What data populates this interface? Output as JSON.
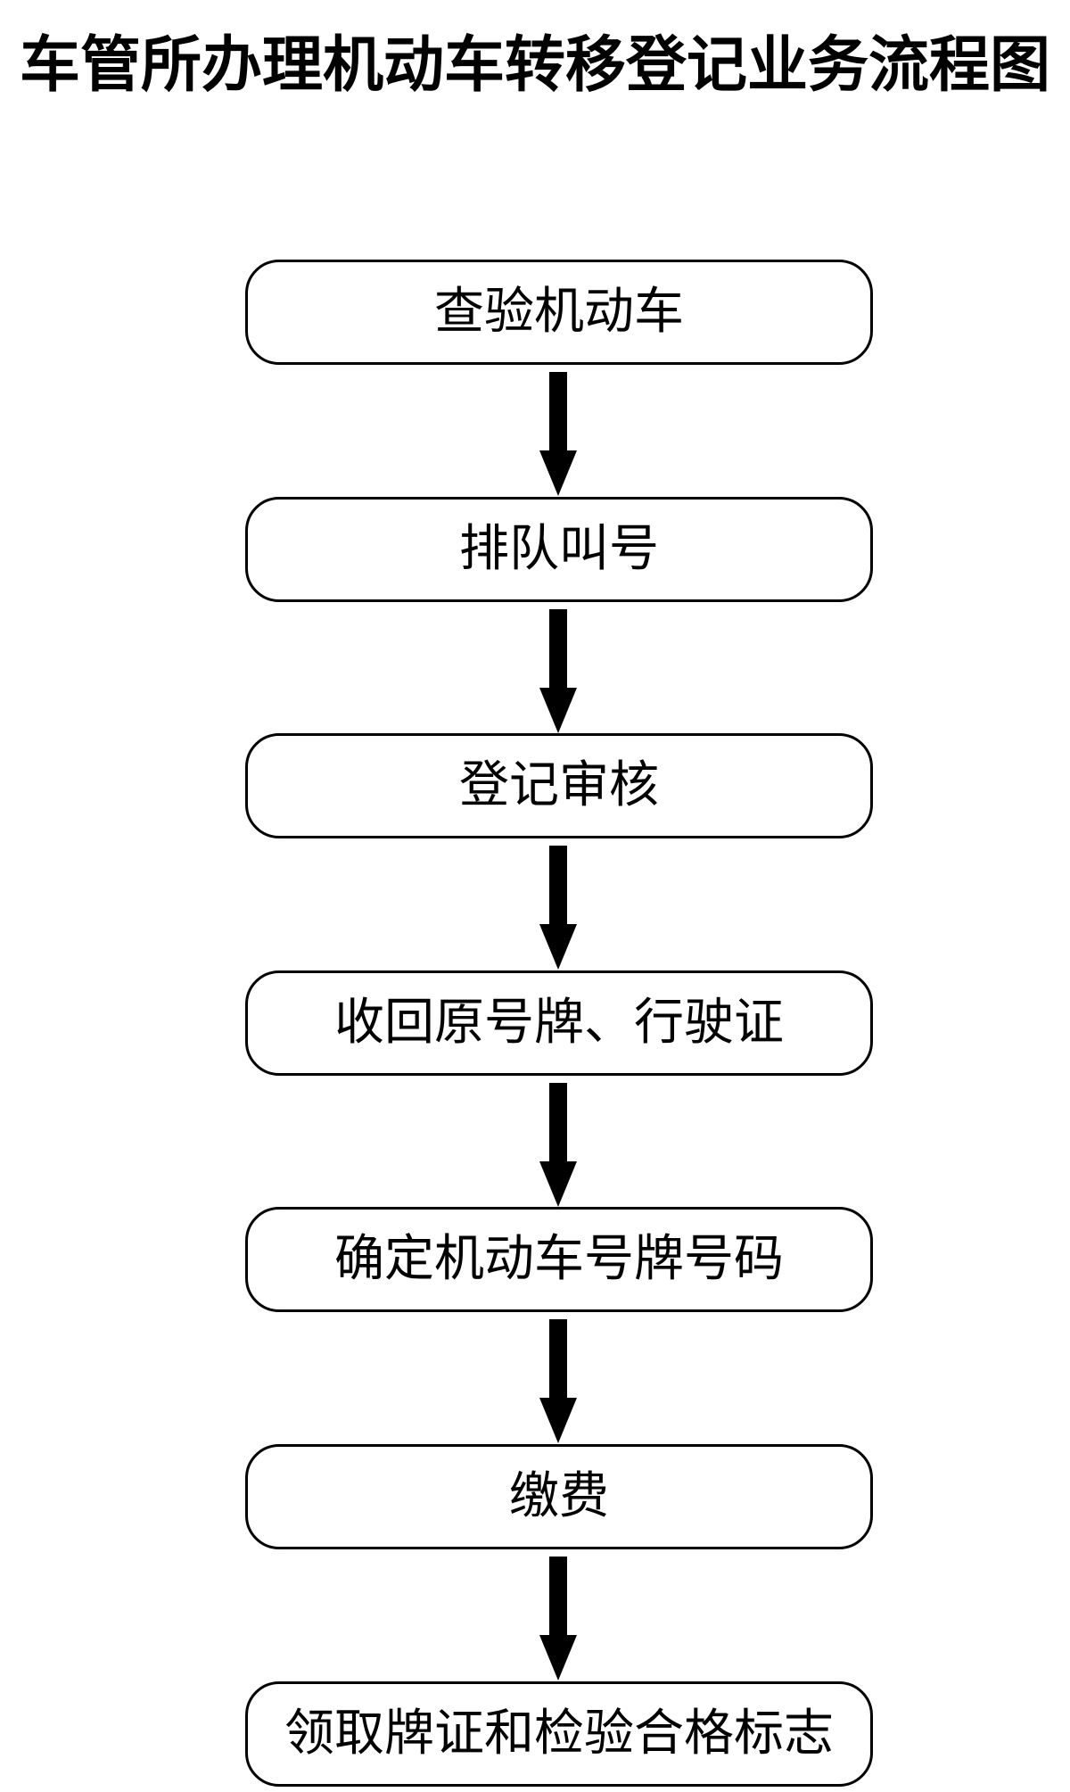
{
  "title": "车管所办理机动车转移登记业务流程图",
  "diagram_type": "flowchart",
  "flowchart": {
    "direction": "top-down",
    "connector": "arrow-down",
    "steps": [
      "查验机动车",
      "排队叫号",
      "登记审核",
      "收回原号牌、行驶证",
      "确定机动车号牌号码",
      "缴费",
      "领取牌证和检验合格标志"
    ]
  },
  "colors": {
    "background": "#ffffff",
    "stroke": "#000000",
    "text": "#000000"
  }
}
